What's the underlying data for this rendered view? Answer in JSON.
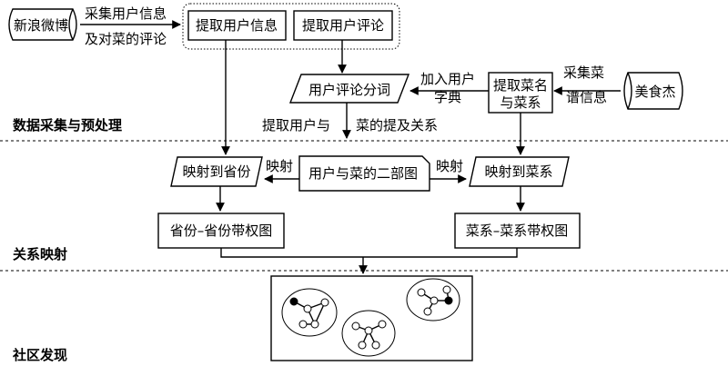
{
  "sources": {
    "weibo": "新浪微博",
    "meishijie": "美食杰"
  },
  "labels": {
    "collect_user_info_1": "采集用户信息",
    "collect_user_info_2": "及对菜的评论",
    "collect_recipe_1": "采集菜",
    "collect_recipe_2": "谱信息",
    "add_user_dict_1": "加入用户",
    "add_user_dict_2": "字典",
    "extract_relation_a": "提取用户与",
    "extract_relation_b": "菜的提及关系",
    "map_left": "映射",
    "map_right": "映射"
  },
  "boxes": {
    "extract_user_info": "提取用户信息",
    "extract_user_comment": "提取用户评论",
    "comment_segmentation": "用户评论分词",
    "extract_dish_1": "提取菜名",
    "extract_dish_2": "与菜系",
    "map_province": "映射到省份",
    "bipartite": "用户与菜的二部图",
    "map_cuisine": "映射到菜系",
    "province_graph": "省份–省份带权图",
    "cuisine_graph": "菜系–菜系带权图"
  },
  "sections": {
    "collect": "数据采集与预处理",
    "mapping": "关系映射",
    "community": "社区发现"
  }
}
